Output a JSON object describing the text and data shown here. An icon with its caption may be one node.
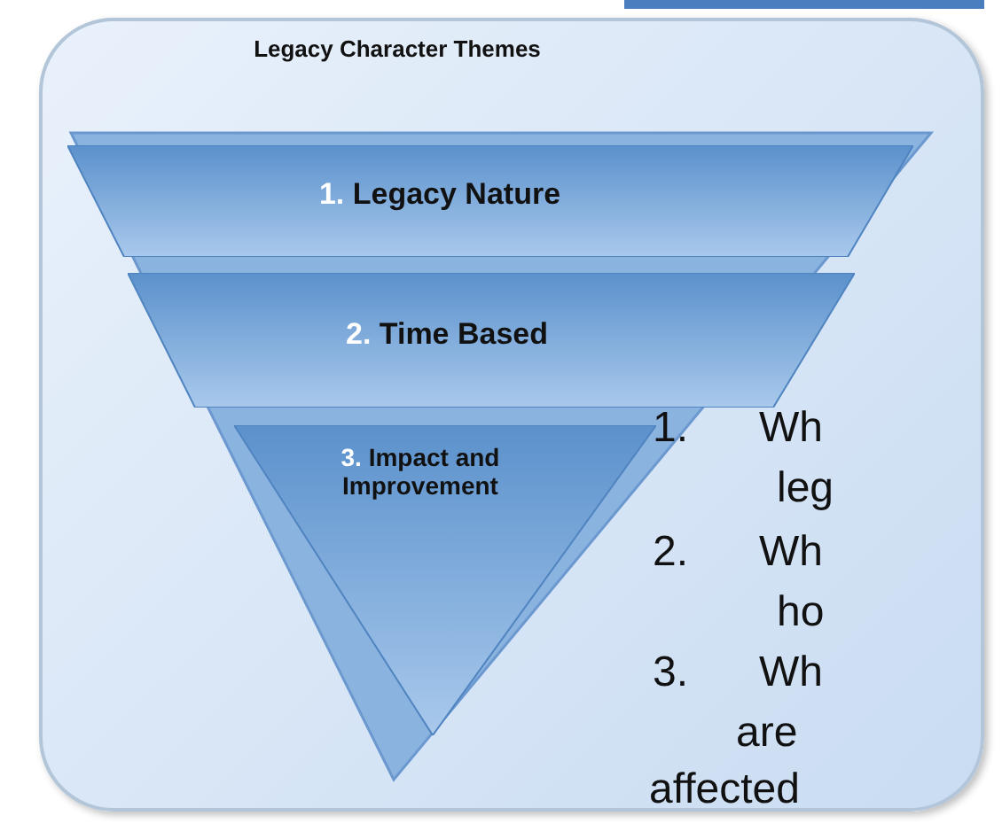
{
  "diagram": {
    "nodes": [
      {
        "text": [
          "Legacy Character Themes"
        ]
      },
      {
        "text": [
          "1.",
          "Legacy Nature"
        ],
        "in": 0
      },
      {
        "text": [
          "2.",
          "Time Based"
        ],
        "in": 0
      },
      {
        "text": [
          "3.",
          "Impact and Improvement"
        ],
        "in": 0
      }
    ],
    "labels": [
      "1.",
      "Wh",
      "leg",
      "2.",
      "Wh",
      "ho",
      "3.",
      "Wh",
      "are",
      "affected"
    ]
  }
}
